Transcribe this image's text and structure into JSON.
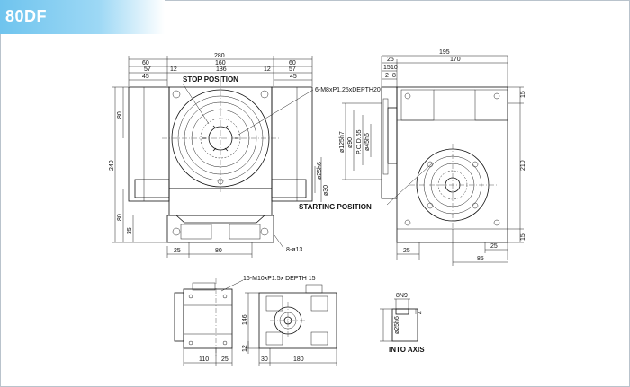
{
  "header": {
    "title": "80DF"
  },
  "front_view": {
    "dims_top": [
      "280",
      "60",
      "160",
      "60",
      "57",
      "12",
      "136",
      "12",
      "57",
      "45",
      "45"
    ],
    "dims_left": [
      "80",
      "240",
      "80",
      "35"
    ],
    "dims_bottom": [
      "25",
      "80"
    ],
    "dims_right": [
      "ø25h6",
      "ø30"
    ],
    "callouts": {
      "stop": "STOP POSITION",
      "tap": "6-M8xP1.25xDEPTH20",
      "hole": "8-ø13"
    }
  },
  "side_view": {
    "dims_top": [
      "195",
      "25",
      "170",
      "15",
      "10",
      "2",
      "8"
    ],
    "dims_left": [
      "ø125h7",
      "ø90",
      "P.C.D.65",
      "ø45h6"
    ],
    "dims_right": [
      "15",
      "210",
      "15"
    ],
    "dims_bottom": [
      "25",
      "25",
      "85"
    ],
    "callouts": {
      "start": "STARTING POSITION"
    }
  },
  "bottom_view": {
    "dims": [
      "110",
      "25",
      "146",
      "12",
      "30",
      "180"
    ],
    "callouts": {
      "tap": "16-M10xP1.5x DEPTH 15"
    }
  },
  "axis_detail": {
    "dims": [
      "8N9",
      "4",
      "ø25h6"
    ],
    "title": "INTO AXIS"
  }
}
